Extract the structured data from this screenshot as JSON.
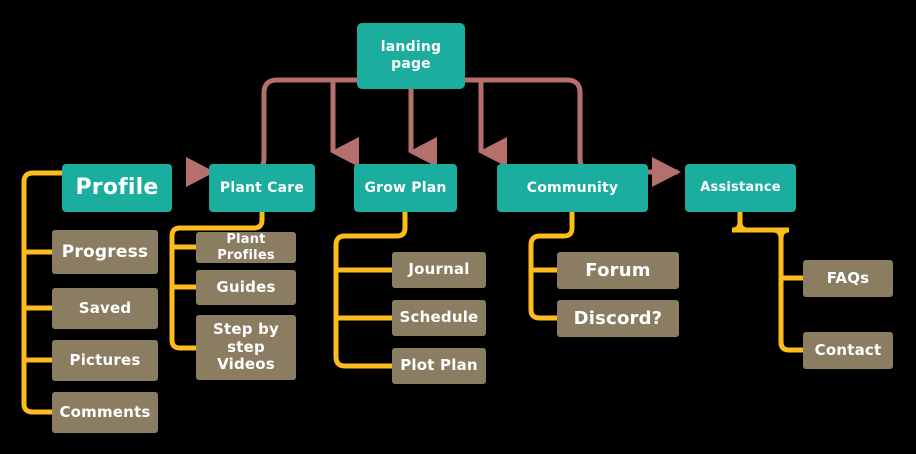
{
  "diagram": {
    "title": "Site map diagram",
    "background_color": "#000000",
    "colors": {
      "root_node": "#1bae9e",
      "section_node": "#1bae9e",
      "leaf_node": "#8b7d62",
      "node_text": "#ffffff",
      "primary_connector": "#b5706e",
      "secondary_connector": "#fcbc1e"
    },
    "root": {
      "label": "landing\npage",
      "line1": "landing",
      "line2": "page"
    },
    "sections": [
      {
        "id": "profile",
        "label": "Profile",
        "children": [
          {
            "id": "progress",
            "label": "Progress"
          },
          {
            "id": "saved",
            "label": "Saved"
          },
          {
            "id": "pictures",
            "label": "Pictures"
          },
          {
            "id": "comments",
            "label": "Comments"
          }
        ]
      },
      {
        "id": "plant-care",
        "label": "Plant Care",
        "children": [
          {
            "id": "plant-profiles",
            "label": "Plant Profiles"
          },
          {
            "id": "guides",
            "label": "Guides"
          },
          {
            "id": "step-by-step-videos",
            "label": "Step by step Videos",
            "line1": "Step by step",
            "line2": "Videos"
          }
        ]
      },
      {
        "id": "grow-plan",
        "label": "Grow Plan",
        "children": [
          {
            "id": "journal",
            "label": "Journal"
          },
          {
            "id": "schedule",
            "label": "Schedule"
          },
          {
            "id": "plot-plan",
            "label": "Plot Plan"
          }
        ]
      },
      {
        "id": "community",
        "label": "Community",
        "children": [
          {
            "id": "forum",
            "label": "Forum"
          },
          {
            "id": "discord",
            "label": "Discord?"
          }
        ]
      },
      {
        "id": "assistance",
        "label": "Assistance",
        "children": [
          {
            "id": "faqs",
            "label": "FAQs"
          },
          {
            "id": "contact",
            "label": "Contact"
          }
        ]
      }
    ]
  }
}
